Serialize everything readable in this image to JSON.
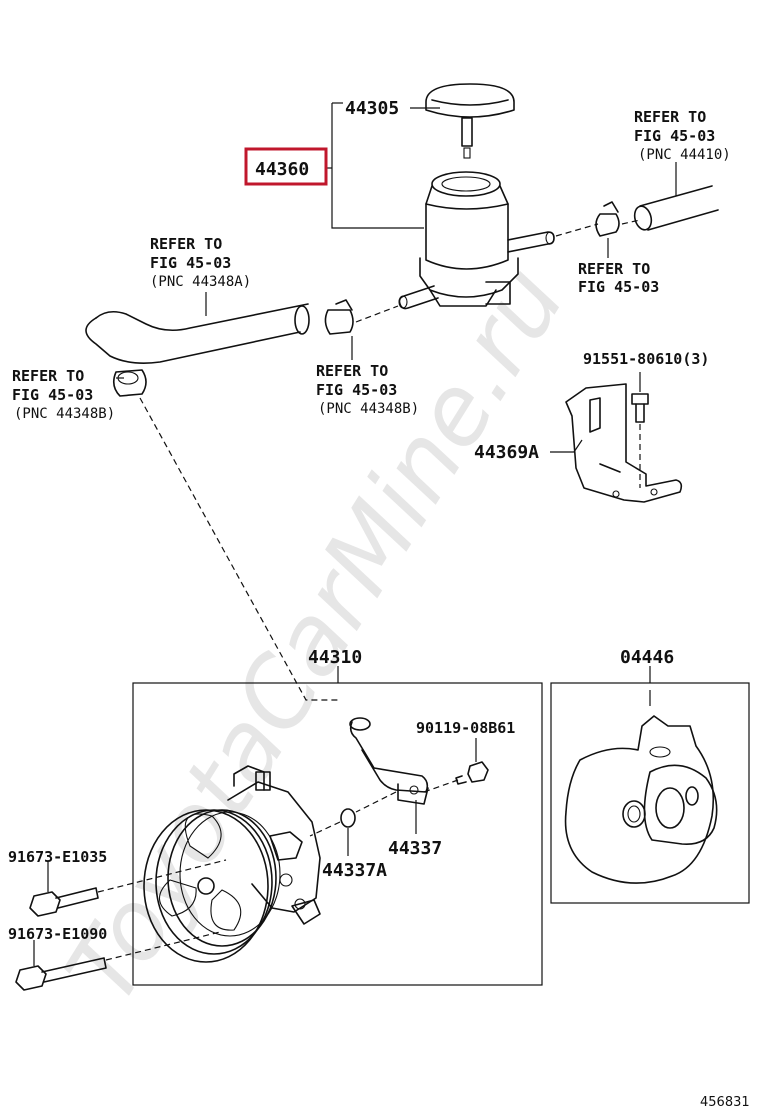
{
  "watermark": "ToyotaCarMine.ru",
  "highlight_color": "#c0172c",
  "parts": {
    "p44305": "44305",
    "p44360": "44360",
    "p44310": "44310",
    "p04446": "04446",
    "p44369A": "44369A",
    "p91551": "91551-80610(3)",
    "p90119": "90119-08B61",
    "p44337": "44337",
    "p44337A": "44337A",
    "p91673a": "91673-E1035",
    "p91673b": "91673-E1090"
  },
  "refs": {
    "r1": {
      "line1": "REFER TO",
      "line2": "FIG 45-03",
      "line3": "(PNC 44410)"
    },
    "r2": {
      "line1": "REFER TO",
      "line2": "FIG 45-03"
    },
    "r3": {
      "line1": "REFER TO",
      "line2": "FIG 45-03",
      "line3": "(PNC 44348A)"
    },
    "r4": {
      "line1": "REFER TO",
      "line2": "FIG 45-03",
      "line3": "(PNC 44348B)"
    },
    "r5": {
      "line1": "REFER TO",
      "line2": "FIG 45-03",
      "line3": "(PNC 44348B)"
    }
  },
  "figure_number": "456831"
}
